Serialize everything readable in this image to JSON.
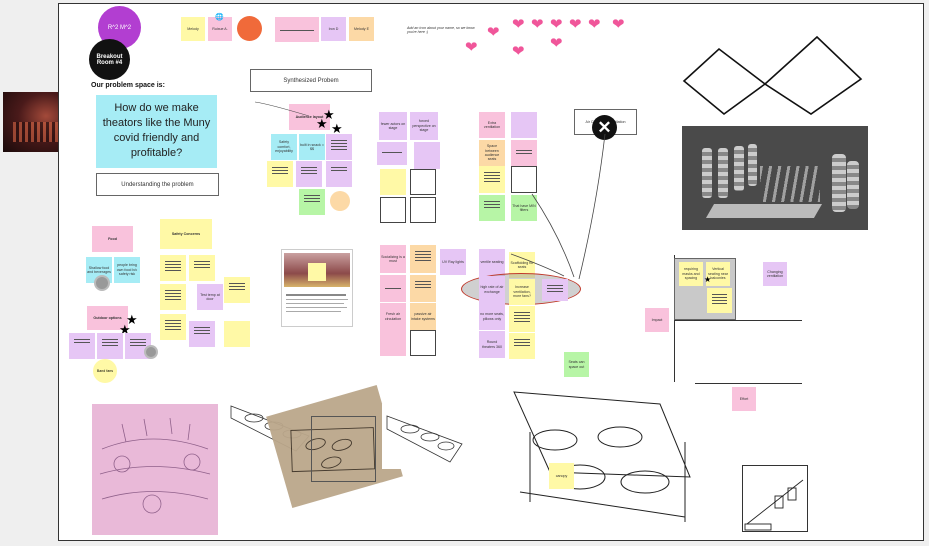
{
  "board": {
    "team_label": "R^2 M^2",
    "room_label": "Breakout Room #4",
    "problem_heading": "Our problem space is:",
    "problem_question": "How do we make theators like the Muny covid friendly and profitable?",
    "understanding_button": "Understanding the problem",
    "synthesized_button": "Synthesized Probem",
    "fun_fact_note": "Add an icon about your name, so we know you're here :)",
    "top_notes": [
      "Melody",
      "Ruixue A.",
      "Iron D",
      "Melody E"
    ],
    "audience_label": "Audience layout",
    "audience_notes": [
      "Safety comfort, enjoyability",
      "built in snack = $$"
    ],
    "stage_notes": [
      "fewer actors on stage",
      "forced perspective on stage"
    ],
    "vent_notes": [
      "Extra ventilation",
      "Space between audience seats",
      "That have MIN filters"
    ],
    "food_label": "Food",
    "safety_label": "Safety Concerns",
    "food_notes": [
      "Shallow food and beverages",
      "people bring own food b/c safety risk"
    ],
    "test_note": "Test temp at door",
    "outdoor_label": "Outdoor options",
    "band_note": "Band fans",
    "mid_notes": [
      "Socializing is a must",
      "UV Ray lights",
      "Fresh air circulation",
      "passive air intake systems",
      "ventile seating",
      "Scaffolding for seats",
      "high rate of air exchange",
      "Increase ventilation, more fans?",
      "no more seats, pillows only",
      "Round theaters 360",
      "Seats can space out"
    ],
    "x_label": "Air Circulation/Ventilation",
    "impact_labels": [
      "requiring masks and spacing",
      "Vertical seating near balconies",
      "Changing ventilation"
    ],
    "axis_labels": {
      "impact": "Impact",
      "effort": "Effort"
    },
    "canopy_note": "canopy",
    "colors": {
      "accent": "#b23ed1",
      "heart": "#f0569a",
      "cyan": "#a6ecf5"
    }
  }
}
